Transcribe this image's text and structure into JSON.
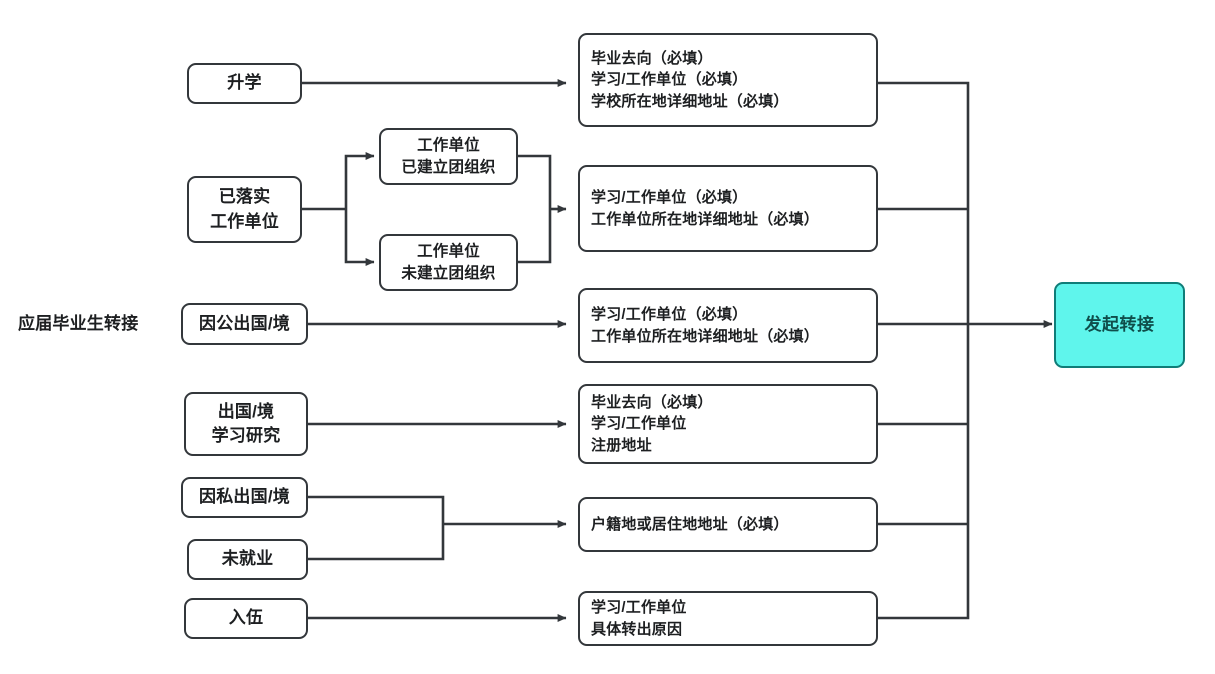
{
  "diagram": {
    "title_label": "应届毕业生转接",
    "type": "flowchart",
    "theme": {
      "stroke": "#33373b",
      "text": "#1d1f21",
      "background": "#ffffff",
      "terminal_fill": "#5ff5ec",
      "terminal_stroke": "#0f7d78",
      "terminal_text": "#0f4d4a"
    },
    "terminal": {
      "label": "发起转接"
    },
    "sources": [
      {
        "id": "sheng-xue",
        "lines": [
          "升学"
        ]
      },
      {
        "id": "yi-luo-shi",
        "lines": [
          "已落实",
          "工作单位"
        ]
      },
      {
        "id": "yin-gong",
        "lines": [
          "因公出国/境"
        ]
      },
      {
        "id": "chu-guo-xue-xi",
        "lines": [
          "出国/境",
          "学习研究"
        ]
      },
      {
        "id": "yin-si",
        "lines": [
          "因私出国/境"
        ]
      },
      {
        "id": "wei-jiu-ye",
        "lines": [
          "未就业"
        ]
      },
      {
        "id": "ru-wu",
        "lines": [
          "入伍"
        ]
      }
    ],
    "mid_nodes": [
      {
        "id": "tuan-yes",
        "lines": [
          "工作单位",
          "已建立团组织"
        ]
      },
      {
        "id": "tuan-no",
        "lines": [
          "工作单位",
          "未建立团组织"
        ]
      }
    ],
    "requirements": [
      {
        "id": "req-sheng-xue",
        "lines": [
          "毕业去向（必填）",
          "学习/工作单位（必填）",
          "学校所在地详细地址（必填）"
        ]
      },
      {
        "id": "req-gong-zuo",
        "lines": [
          "学习/工作单位（必填）",
          "工作单位所在地详细地址（必填）"
        ]
      },
      {
        "id": "req-yin-gong",
        "lines": [
          "学习/工作单位（必填）",
          "工作单位所在地详细地址（必填）"
        ]
      },
      {
        "id": "req-chu-guo",
        "lines": [
          "毕业去向（必填）",
          "学习/工作单位",
          "注册地址"
        ]
      },
      {
        "id": "req-hu-ji",
        "lines": [
          "户籍地或居住地地址（必填）"
        ]
      },
      {
        "id": "req-ru-wu",
        "lines": [
          "学习/工作单位",
          "具体转出原因"
        ]
      }
    ]
  }
}
